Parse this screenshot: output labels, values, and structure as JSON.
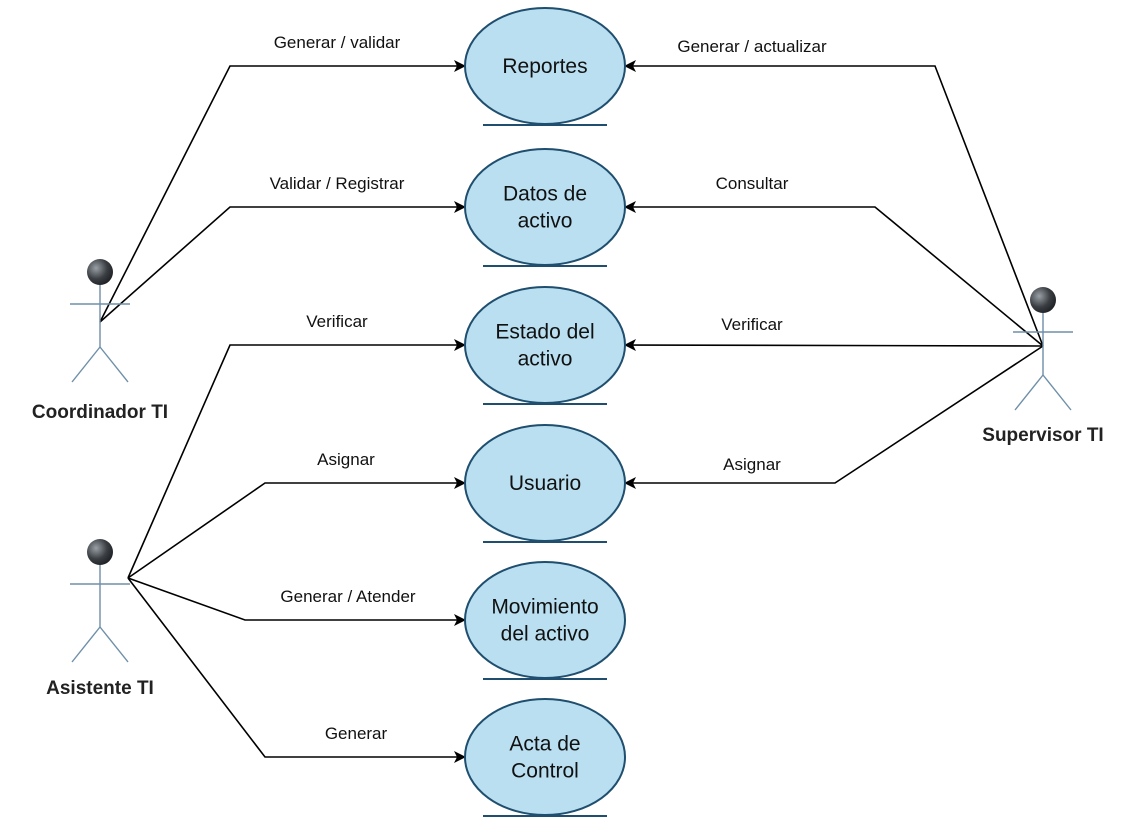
{
  "colors": {
    "usecase_fill": "#b9dff1",
    "usecase_stroke": "#1f4e6e",
    "edge": "#000000",
    "actor_stroke": "#6f8fa8",
    "actor_head": "#3b3f44"
  },
  "actors": [
    {
      "id": "coordinador",
      "label": "Coordinador TI"
    },
    {
      "id": "asistente",
      "label": "Asistente TI"
    },
    {
      "id": "supervisor",
      "label": "Supervisor TI"
    }
  ],
  "use_cases": [
    {
      "id": "reportes",
      "lines": [
        "Reportes"
      ]
    },
    {
      "id": "datos",
      "lines": [
        "Datos de",
        "activo"
      ]
    },
    {
      "id": "estado",
      "lines": [
        "Estado del",
        "activo"
      ]
    },
    {
      "id": "usuario",
      "lines": [
        "Usuario"
      ]
    },
    {
      "id": "movimiento",
      "lines": [
        "Movimiento",
        "del activo"
      ]
    },
    {
      "id": "acta",
      "lines": [
        "Acta de",
        "Control"
      ]
    }
  ],
  "edges": [
    {
      "from": "coordinador",
      "to": "reportes",
      "label": "Generar / validar"
    },
    {
      "from": "coordinador",
      "to": "datos",
      "label": "Validar / Registrar"
    },
    {
      "from": "asistente",
      "to": "estado",
      "label": "Verificar"
    },
    {
      "from": "asistente",
      "to": "usuario",
      "label": "Asignar"
    },
    {
      "from": "asistente",
      "to": "movimiento",
      "label": "Generar / Atender"
    },
    {
      "from": "asistente",
      "to": "acta",
      "label": "Generar"
    },
    {
      "from": "supervisor",
      "to": "reportes",
      "label": "Generar / actualizar"
    },
    {
      "from": "supervisor",
      "to": "datos",
      "label": "Consultar"
    },
    {
      "from": "supervisor",
      "to": "estado",
      "label": "Verificar"
    },
    {
      "from": "supervisor",
      "to": "usuario",
      "label": "Asignar"
    }
  ]
}
